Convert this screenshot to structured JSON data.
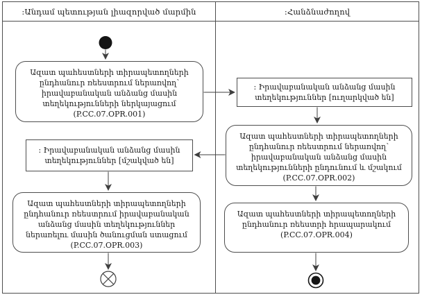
{
  "diagram": {
    "kind": "uml-activity-diagram-with-swimlanes",
    "colors": {
      "line": "#4d4d4d",
      "background": "#ffffff",
      "text": "#1a1a1a",
      "control_node_fill": "#151515"
    },
    "lanes": [
      {
        "title": ":Անդամ պետության լիազորված մարմին"
      },
      {
        "title": ":Հանձնաժողով"
      }
    ],
    "activities": [
      {
        "id": "P.CC.07.OPR.001",
        "lane": 0,
        "text": "Ազատ պահեստների տիրապետողների ընդհանուր ռեեստրում ներառվող՝ իրավաբանական անձանց մասին տեղեկությունների ներկայացում (P.CC.07.OPR.001)"
      },
      {
        "id": "P.CC.07.OPR.002",
        "lane": 1,
        "text": "Ազատ պահեստների տիրապետողների ընդհանուր ռեեստրում ներառվող՝ իրավաբանական անձանց մասին տեղեկությունների ընդունում և մշակում (P.CC.07.OPR.002)"
      },
      {
        "id": "P.CC.07.OPR.003",
        "lane": 0,
        "text": "Ազատ պահեստների տիրապետողների ընդհանուր ռեեստրում իրավաբանական անձանց մասին տեղեկություններ ներառելու մասին ծանուցման ստացում (P.CC.07.OPR.003)"
      },
      {
        "id": "P.CC.07.OPR.004",
        "lane": 1,
        "text": "Ազատ պահեստների տիրապետողների ընդհանուր ռեեստրի հրապարակում (P.CC.07.OPR.004)"
      }
    ],
    "objects": [
      {
        "id": "info-sent",
        "lane": 1,
        "text": ": Իրավաբանական անձանց մասին տեղեկություններ [ուղարկված են]"
      },
      {
        "id": "info-processed",
        "lane": 0,
        "text": ": Իրավաբանական անձանց մասին տեղեկություններ [մշակված են]"
      }
    ],
    "control_nodes": [
      {
        "type": "initial",
        "lane": 0
      },
      {
        "type": "flow-final",
        "lane": 0
      },
      {
        "type": "activity-final",
        "lane": 1
      }
    ]
  }
}
